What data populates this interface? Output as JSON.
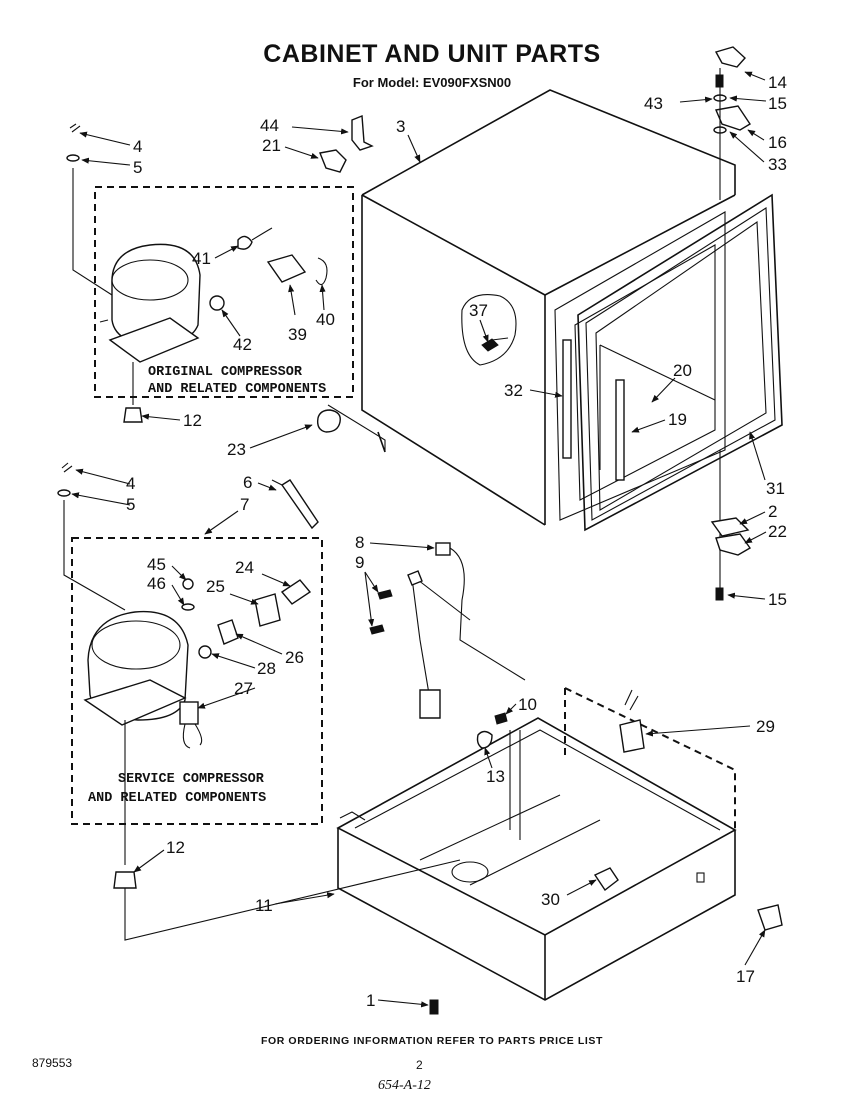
{
  "header": {
    "title": "CABINET AND UNIT PARTS",
    "model": "For Model: EV090FXSN00"
  },
  "boxes": {
    "original": [
      "ORIGINAL COMPRESSOR",
      "AND RELATED COMPONENTS"
    ],
    "service": [
      "SERVICE COMPRESSOR",
      "AND RELATED COMPONENTS"
    ]
  },
  "labels": {
    "p1": "1",
    "p2": "2",
    "p3": "3",
    "p4a": "4",
    "p4b": "4",
    "p5a": "5",
    "p5b": "5",
    "p6": "6",
    "p7": "7",
    "p8": "8",
    "p9": "9",
    "p10": "10",
    "p11": "11",
    "p12a": "12",
    "p12b": "12",
    "p13": "13",
    "p14": "14",
    "p15a": "15",
    "p15b": "15",
    "p16": "16",
    "p17": "17",
    "p19": "19",
    "p20": "20",
    "p21": "21",
    "p22": "22",
    "p23": "23",
    "p24": "24",
    "p25": "25",
    "p26": "26",
    "p27": "27",
    "p28": "28",
    "p29": "29",
    "p30": "30",
    "p31": "31",
    "p32": "32",
    "p33": "33",
    "p37": "37",
    "p39": "39",
    "p40": "40",
    "p41": "41",
    "p42": "42",
    "p43": "43",
    "p44": "44",
    "p45": "45",
    "p46": "46"
  },
  "footer": {
    "note": "FOR ORDERING INFORMATION REFER TO PARTS PRICE LIST",
    "doc_number": "879553",
    "page": "2",
    "handwritten": "654-A-12"
  }
}
